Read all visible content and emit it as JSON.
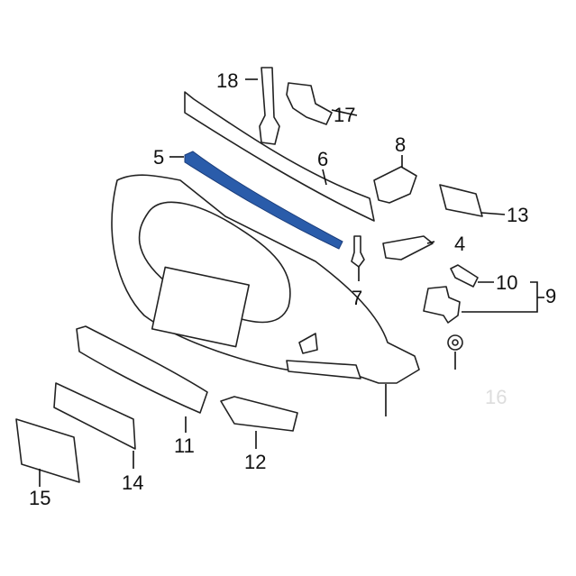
{
  "diagram": {
    "highlight_color": "#2a5caa",
    "callouts": [
      {
        "id": "18",
        "label": "18"
      },
      {
        "id": "17",
        "label": "17"
      },
      {
        "id": "5",
        "label": "5"
      },
      {
        "id": "6",
        "label": "6"
      },
      {
        "id": "8",
        "label": "8"
      },
      {
        "id": "13",
        "label": "13"
      },
      {
        "id": "4",
        "label": "4"
      },
      {
        "id": "10",
        "label": "10"
      },
      {
        "id": "9",
        "label": "9"
      },
      {
        "id": "7",
        "label": "7"
      },
      {
        "id": "11",
        "label": "11"
      },
      {
        "id": "12",
        "label": "12"
      },
      {
        "id": "14",
        "label": "14"
      },
      {
        "id": "15",
        "label": "15"
      },
      {
        "id": "16",
        "label": "16"
      }
    ]
  }
}
